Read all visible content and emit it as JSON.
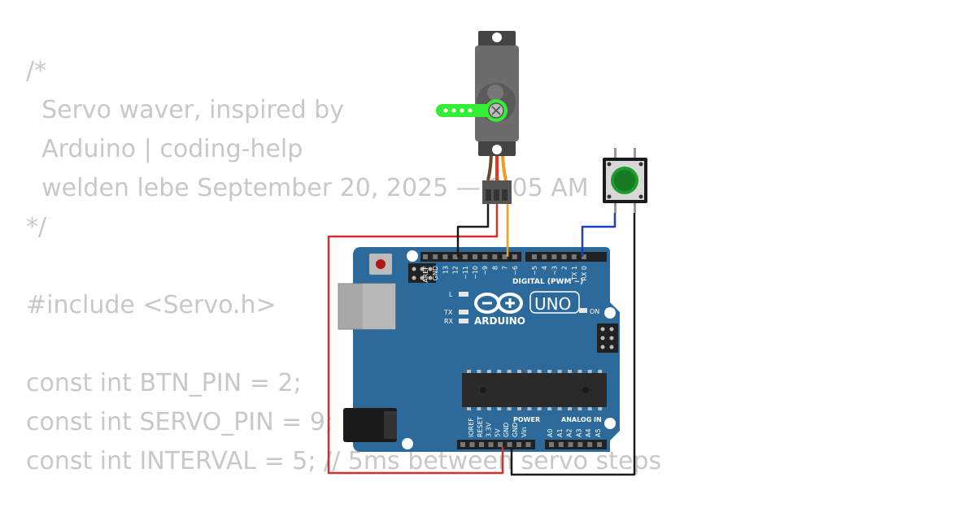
{
  "code": {
    "lines": [
      "/*",
      "  Servo waver, inspired by",
      "  Arduino | coding-help",
      "  welden lebe September 20, 2025 — 9:05 AM",
      "*/",
      "",
      "#include <Servo.h>",
      "",
      "const int BTN_PIN = 2;",
      "const int SERVO_PIN = 9;",
      "const int INTERVAL = 5; // 5ms between servo steps"
    ]
  },
  "board": {
    "model": "UNO",
    "brand": "ARDUINO",
    "digital_label": "DIGITAL (PWM ~)",
    "power_label": "POWER",
    "analog_label": "ANALOG IN",
    "led_l": "L",
    "led_tx": "TX",
    "led_rx": "RX",
    "led_on": "ON",
    "top_pins": [
      "AREF",
      "GND",
      "13",
      "12",
      "~11",
      "~10",
      "~9",
      "8",
      "7",
      "~6",
      "~5",
      "4",
      "~3",
      "2",
      "TX 1",
      "RX 0"
    ],
    "power_pins": [
      "IOREF",
      "RESET",
      "3.3V",
      "5V",
      "GND",
      "GND",
      "Vin"
    ],
    "analog_pins": [
      "A0",
      "A1",
      "A2",
      "A3",
      "A4",
      "A5"
    ]
  },
  "colors": {
    "board": "#2b6a9a",
    "code_text": "#c8c8c8",
    "wire_red": "#d32f2f",
    "wire_black": "#1a1a1a",
    "wire_blue": "#1e3fbf",
    "wire_orange": "#f0a020",
    "servo_horn": "#33ee33",
    "button_cap": "#1f9a2f"
  }
}
